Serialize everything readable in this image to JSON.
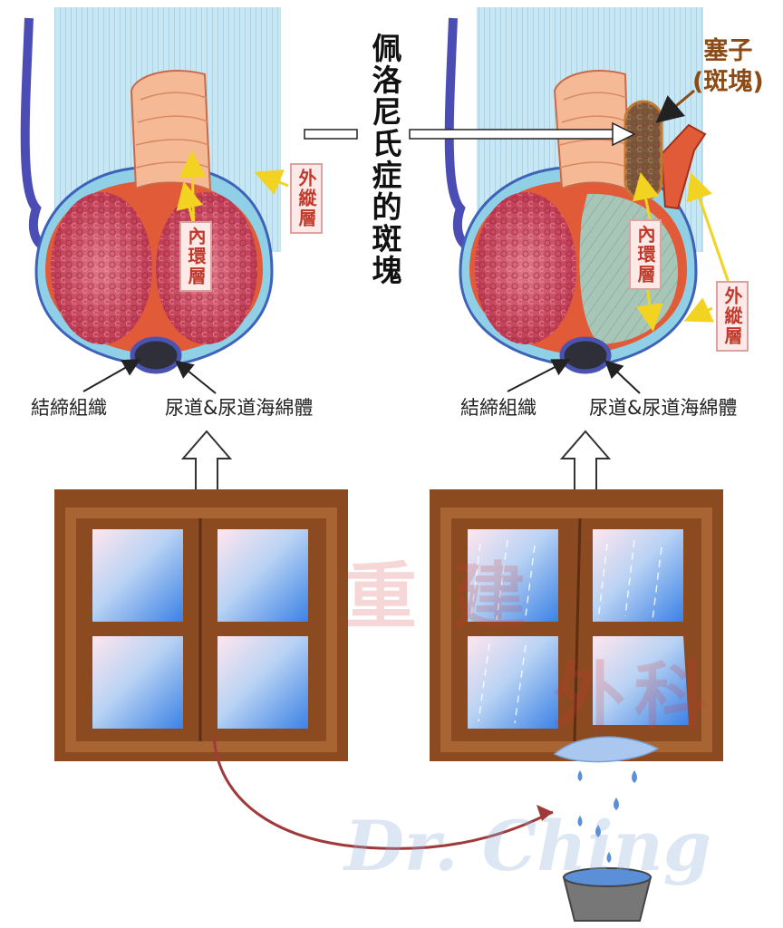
{
  "center_title": "佩洛尼氏症的斑塊",
  "plug_label": {
    "line1": "塞子",
    "line2": "(斑塊)"
  },
  "left_diagram": {
    "outer_layer": "外縱層",
    "inner_layer": "內環層",
    "connective_tissue": "結締組織",
    "urethra": "尿道&尿道海綿體"
  },
  "right_diagram": {
    "outer_layer": "外縱層",
    "inner_layer": "內環層",
    "connective_tissue": "結締組織",
    "urethra": "尿道&尿道海綿體"
  },
  "watermark": {
    "chinese": [
      "重",
      "建",
      "外",
      "科"
    ],
    "signature": "Dr. Ching"
  },
  "colors": {
    "tunica": "#d94a2a",
    "corpora": "#c8475a",
    "plaque": "#7a5a3a",
    "frame": "#8b4a1f",
    "sky": "#5a93e0",
    "arrow_yellow": "#f2d321"
  }
}
